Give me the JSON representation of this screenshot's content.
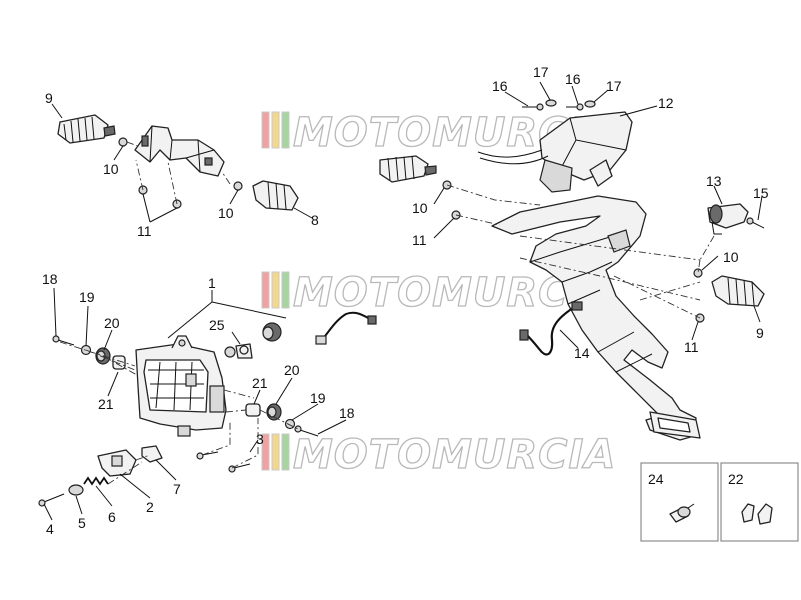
{
  "callouts": {
    "c1": "1",
    "c2": "2",
    "c3": "3",
    "c4": "4",
    "c5": "5",
    "c6": "6",
    "c7": "7",
    "c8": "8",
    "c9a": "9",
    "c9b": "9",
    "c10a": "10",
    "c10b": "10",
    "c10c": "10",
    "c10d": "10",
    "c11a": "11",
    "c11b": "11",
    "c11c": "11",
    "c12": "12",
    "c13": "13",
    "c14": "14",
    "c15": "15",
    "c16a": "16",
    "c16b": "16",
    "c17a": "17",
    "c17b": "17",
    "c18a": "18",
    "c18b": "18",
    "c19a": "19",
    "c19b": "19",
    "c20a": "20",
    "c20b": "20",
    "c21a": "21",
    "c21b": "21",
    "c22": "22",
    "c24": "24",
    "c25": "25"
  },
  "watermark": {
    "text": "MOTOMURCIA",
    "stripe_colors": [
      "#f2a0a0",
      "#f3d88c",
      "#a6d5a0"
    ]
  }
}
